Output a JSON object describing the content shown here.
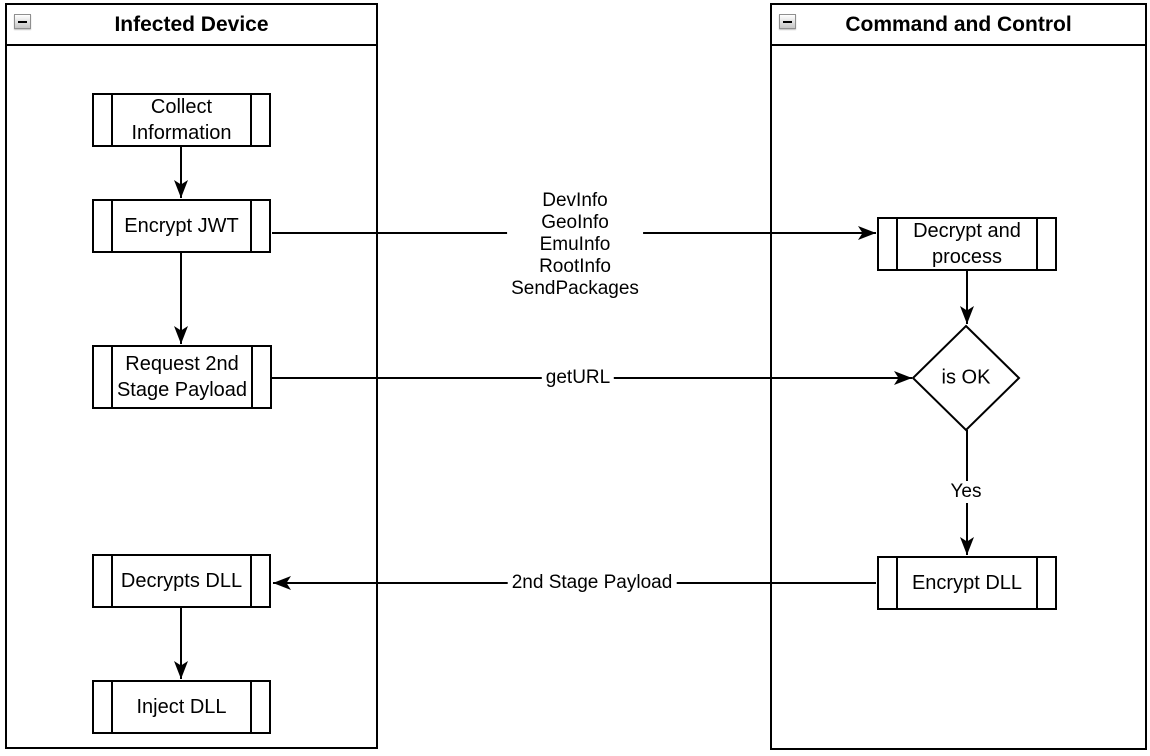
{
  "lanes": {
    "infected": {
      "title": "Infected Device"
    },
    "c2": {
      "title": "Command and Control"
    }
  },
  "icons": {
    "collapse": "minus-in-square"
  },
  "nodes": {
    "collect": {
      "label": "Collect Information"
    },
    "encrypt_jwt": {
      "label": "Encrypt JWT"
    },
    "request_payload": {
      "label": "Request 2nd Stage Payload"
    },
    "decrypts_dll": {
      "label": "Decrypts DLL"
    },
    "inject_dll": {
      "label": "Inject DLL"
    },
    "decrypt_process": {
      "label": "Decrypt and process"
    },
    "is_ok": {
      "label": "is OK"
    },
    "encrypt_dll": {
      "label": "Encrypt DLL"
    }
  },
  "edge_labels": {
    "packages": "DevInfo\nGeoInfo\nEmuInfo\nRootInfo\nSendPackages",
    "get_url": "getURL",
    "second_stage": "2nd Stage Payload",
    "yes": "Yes"
  },
  "colors": {
    "stroke": "#000000",
    "fill": "#ffffff",
    "background": "#ffffff"
  }
}
